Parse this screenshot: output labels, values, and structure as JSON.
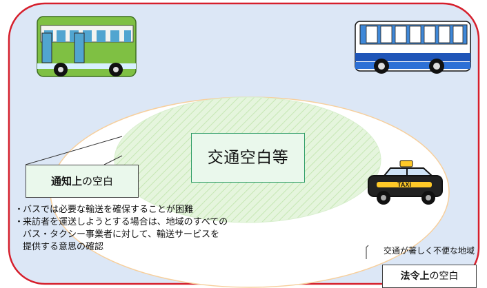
{
  "main": {
    "center_label": "交通空白等",
    "notice_label": {
      "bold": "通知上",
      "normal": "の空白"
    },
    "notes": [
      "バスでは必要な輸送を確保することが困難",
      "来訪者を運送しようとする場合は、地域のすべての",
      "バス・タクシー事業者に対して、輸送サービスを",
      "提供する意思の確認"
    ],
    "area_label": "交通が著しく不便な地域",
    "legal_label": {
      "bold": "法令上",
      "normal": "の空白"
    },
    "vehicles": {
      "left_bus_icon": "green-bus-icon",
      "right_bus_icon": "blue-bus-icon",
      "taxi_icon": "taxi-icon",
      "taxi_sign": "TAXI"
    }
  },
  "colors": {
    "outer_frame_border": "#d61f2c",
    "outer_frame_fill": "#dce7f6",
    "outer_ellipse_border": "#f7cf9c",
    "outer_ellipse_fill": "#ffffff",
    "inner_ellipse_fill": "#e5f5dd",
    "inner_ellipse_hatch": "#c6e7b4",
    "callout_fill": "#eaf8ec",
    "center_box_border": "#2f9e67",
    "green_bus": "#7fc043",
    "blue_bus": "#1f55b8",
    "taxi_yellow": "#ffc928"
  }
}
